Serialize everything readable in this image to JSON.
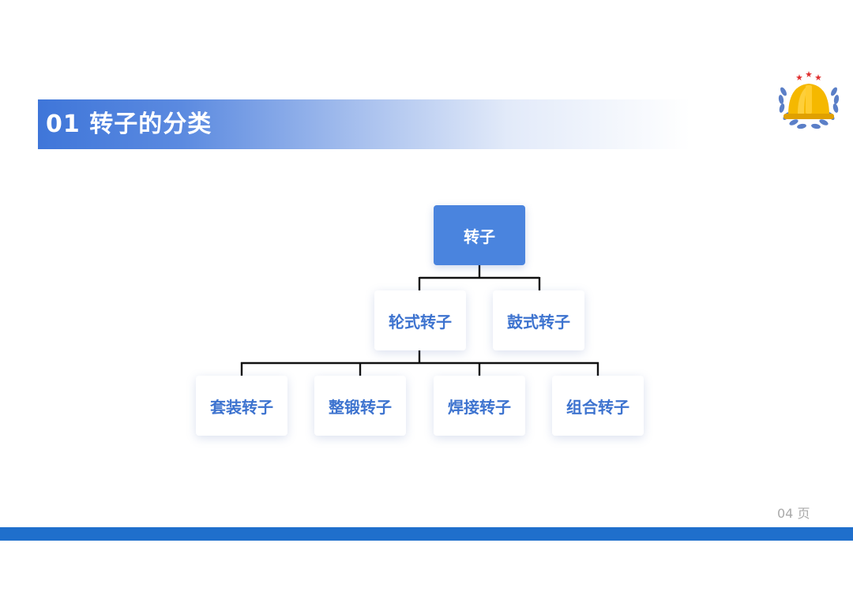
{
  "header": {
    "title": "01 转子的分类"
  },
  "diagram": {
    "root": {
      "label": "转子"
    },
    "level1": [
      {
        "label": "轮式转子"
      },
      {
        "label": "鼓式转子"
      }
    ],
    "level2": [
      {
        "label": "套装转子"
      },
      {
        "label": "整锻转子"
      },
      {
        "label": "焊接转子"
      },
      {
        "label": "组合转子"
      }
    ]
  },
  "footer": {
    "page_number": "04 页"
  },
  "colors": {
    "accent": "#4a84de",
    "node_text": "#3d73cf",
    "bottom_bar": "#1f6fcc",
    "helmet": "#f5b800",
    "laurel": "#5b7fc7",
    "stars": "#e03030"
  }
}
